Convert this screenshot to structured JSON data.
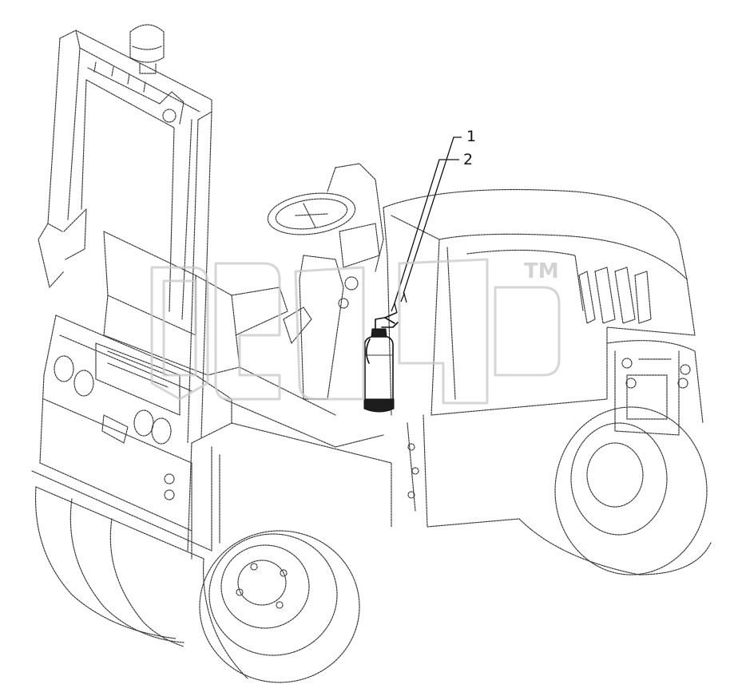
{
  "callouts": [
    {
      "number": "1"
    },
    {
      "number": "2"
    }
  ],
  "watermark": {
    "trademark": "TM"
  },
  "colors": {
    "line": "#3a3a3a",
    "watermark": "#c9c9c9",
    "text": "#111111",
    "background": "#ffffff"
  },
  "icons": [
    "road-roller-illustration",
    "fire-extinguisher",
    "watermark-logo"
  ]
}
